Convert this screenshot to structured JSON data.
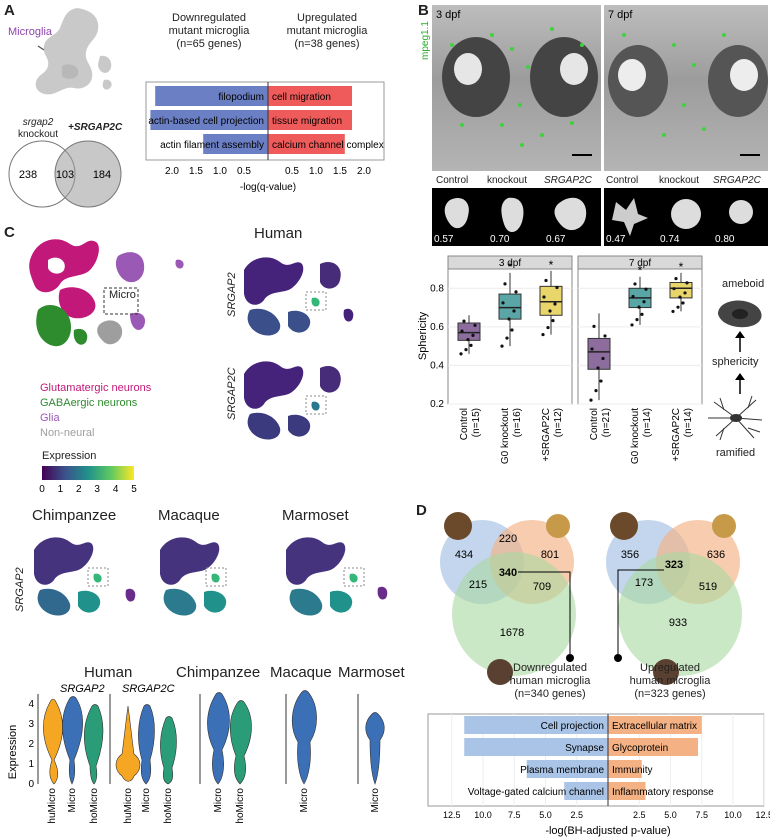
{
  "panel_labels": {
    "a": "A",
    "b": "B",
    "c": "C",
    "d": "D"
  },
  "panel_a": {
    "umap_label": "Microglia",
    "venn_left_title": "srgap2",
    "venn_left_title2": "knockout",
    "venn_right_title": "+SRGAP2C",
    "venn_left": "238",
    "venn_overlap": "103",
    "venn_right": "184",
    "down_header": [
      "Downregulated",
      "mutant microglia",
      "(n=65 genes)"
    ],
    "up_header": [
      "Upregulated",
      "mutant microglia",
      "(n=38 genes)"
    ],
    "axis_label": "-log(q-value)",
    "down_ticks": [
      "2.0",
      "1.5",
      "1.0",
      "0.5"
    ],
    "up_ticks": [
      "0.5",
      "1.0",
      "1.5",
      "2.0"
    ]
  },
  "panel_b": {
    "img1_label": "3 dpf",
    "img2_label": "7 dpf",
    "marker": "mpeg1.1",
    "cond_labels": [
      "Control",
      "knockout",
      "SRGAP2C",
      "Control",
      "knockout",
      "SRGAP2C"
    ],
    "sphericity_values": [
      "0.57",
      "0.70",
      "0.67",
      "0.47",
      "0.74",
      "0.80"
    ],
    "facet_3": "3 dpf",
    "facet_7": "7 dpf",
    "ylabel": "Sphericity",
    "yticks": [
      "0.8",
      "0.6",
      "0.4",
      "0.2"
    ],
    "star": "*",
    "x_labels": [
      {
        "a": "Control",
        "b": "(n=15)"
      },
      {
        "a": "G0 knockout",
        "b": "(n=16)"
      },
      {
        "a": "+SRGAP2C",
        "b": "(n=12)"
      },
      {
        "a": "Control",
        "b": "(n=21)"
      },
      {
        "a": "G0 knockout",
        "b": "(n=14)"
      },
      {
        "a": "+SRGAP2C",
        "b": "(n=14)"
      }
    ],
    "ameboid": "ameboid",
    "sphericity_word": "sphericity",
    "ramified": "ramified"
  },
  "panel_c": {
    "micro_box": "Micro",
    "legend": [
      "Glutamatergic neurons",
      "GABAergic neurons",
      "Glia",
      "Non-neural"
    ],
    "legend_colors": [
      "#c2187a",
      "#2e8b2e",
      "#9b59b6",
      "#9e9e9e"
    ],
    "human_title": "Human",
    "gene1": "SRGAP2",
    "gene2": "SRGAP2C",
    "expr_title": "Expression",
    "expr_ticks": [
      "0",
      "1",
      "2",
      "3",
      "4",
      "5"
    ],
    "species_titles": [
      "Chimpanzee",
      "Macaque",
      "Marmoset"
    ],
    "violin_titles": [
      "Human",
      "Chimpanzee",
      "Macaque",
      "Marmoset"
    ],
    "violin_ylabel": "Expression",
    "violin_yticks": [
      "4",
      "3",
      "2",
      "1",
      "0"
    ],
    "violin_x_h": [
      "huMicro",
      "Micro",
      "hoMicro"
    ],
    "violin_x_c": [
      "Micro",
      "hoMicro"
    ],
    "violin_x_m": [
      "Micro"
    ],
    "violin_x_mm": [
      "Micro"
    ]
  },
  "panel_d": {
    "venn_left": {
      "a": "434",
      "ab": "220",
      "b": "801",
      "ac": "215",
      "abc": "340",
      "bc": "709",
      "c": "1678"
    },
    "venn_right": {
      "a": "356",
      "ab": "",
      "b": "636",
      "ac": "173",
      "abc": "323",
      "bc": "519",
      "c": "933"
    },
    "down_header": [
      "Downregulated",
      "human microglia",
      "(n=340 genes)"
    ],
    "up_header": [
      "Upregulated",
      "human microglia",
      "(n=323 genes)"
    ],
    "axis_label": "-log(BH-adjusted p-value)",
    "ticks": [
      "12.5",
      "10.0",
      "7.5",
      "5.0",
      "2.5",
      "2.5",
      "5.0",
      "7.5",
      "10.0",
      "12.5"
    ]
  },
  "chart_data": [
    {
      "type": "bar",
      "panel": "A",
      "title": "",
      "xlabel": "-log(q-value)",
      "series": [
        {
          "name": "Downregulated mutant microglia",
          "categories": [
            "filopodium",
            "actin-based cell projection",
            "actin filament assembly"
          ],
          "values": [
            2.35,
            2.45,
            1.35
          ],
          "color": "#6b7fc4"
        },
        {
          "name": "Upregulated mutant microglia",
          "categories": [
            "cell migration",
            "tissue migration",
            "calcium channel complex"
          ],
          "values": [
            1.75,
            1.75,
            1.6
          ],
          "color": "#ef5b5b"
        }
      ],
      "xlim": [
        0,
        2.5
      ]
    },
    {
      "type": "box",
      "panel": "B",
      "ylabel": "Sphericity",
      "ylim": [
        0.2,
        0.9
      ],
      "groups": [
        {
          "facet": "3 dpf",
          "label": "Control (n=15)",
          "q1": 0.53,
          "median": 0.57,
          "q3": 0.62,
          "low": 0.46,
          "high": 0.66,
          "color": "#8c6d9e"
        },
        {
          "facet": "3 dpf",
          "label": "G0 knockout (n=16)",
          "q1": 0.64,
          "median": 0.7,
          "q3": 0.77,
          "low": 0.5,
          "high": 0.88,
          "color": "#5aa6a6"
        },
        {
          "facet": "3 dpf",
          "label": "+SRGAP2C (n=12)",
          "q1": 0.66,
          "median": 0.73,
          "q3": 0.81,
          "low": 0.56,
          "high": 0.89,
          "color": "#e8d66a"
        },
        {
          "facet": "7 dpf",
          "label": "Control (n=21)",
          "q1": 0.38,
          "median": 0.47,
          "q3": 0.54,
          "low": 0.22,
          "high": 0.67,
          "color": "#8c6d9e"
        },
        {
          "facet": "7 dpf",
          "label": "G0 knockout (n=14)",
          "q1": 0.7,
          "median": 0.75,
          "q3": 0.8,
          "low": 0.61,
          "high": 0.86,
          "color": "#5aa6a6"
        },
        {
          "facet": "7 dpf",
          "label": "+SRGAP2C (n=14)",
          "q1": 0.75,
          "median": 0.8,
          "q3": 0.83,
          "low": 0.68,
          "high": 0.88,
          "color": "#e8d66a"
        }
      ]
    },
    {
      "type": "bar",
      "panel": "D",
      "title": "",
      "xlabel": "-log(BH-adjusted p-value)",
      "series": [
        {
          "name": "Downregulated human microglia",
          "categories": [
            "Cell projection",
            "Synapse",
            "Plasma membrane",
            "Voltage-gated calcium channel"
          ],
          "values": [
            11.5,
            11.5,
            6.5,
            3.5
          ],
          "color": "#a9c4e6"
        },
        {
          "name": "Upregulated human microglia",
          "categories": [
            "Extracellular matrix",
            "Glycoprotein",
            "Immunity",
            "Inflammatory response"
          ],
          "values": [
            7.5,
            7.2,
            2.7,
            3.0
          ],
          "color": "#f4b183"
        }
      ],
      "xlim": [
        0,
        12.5
      ]
    }
  ]
}
